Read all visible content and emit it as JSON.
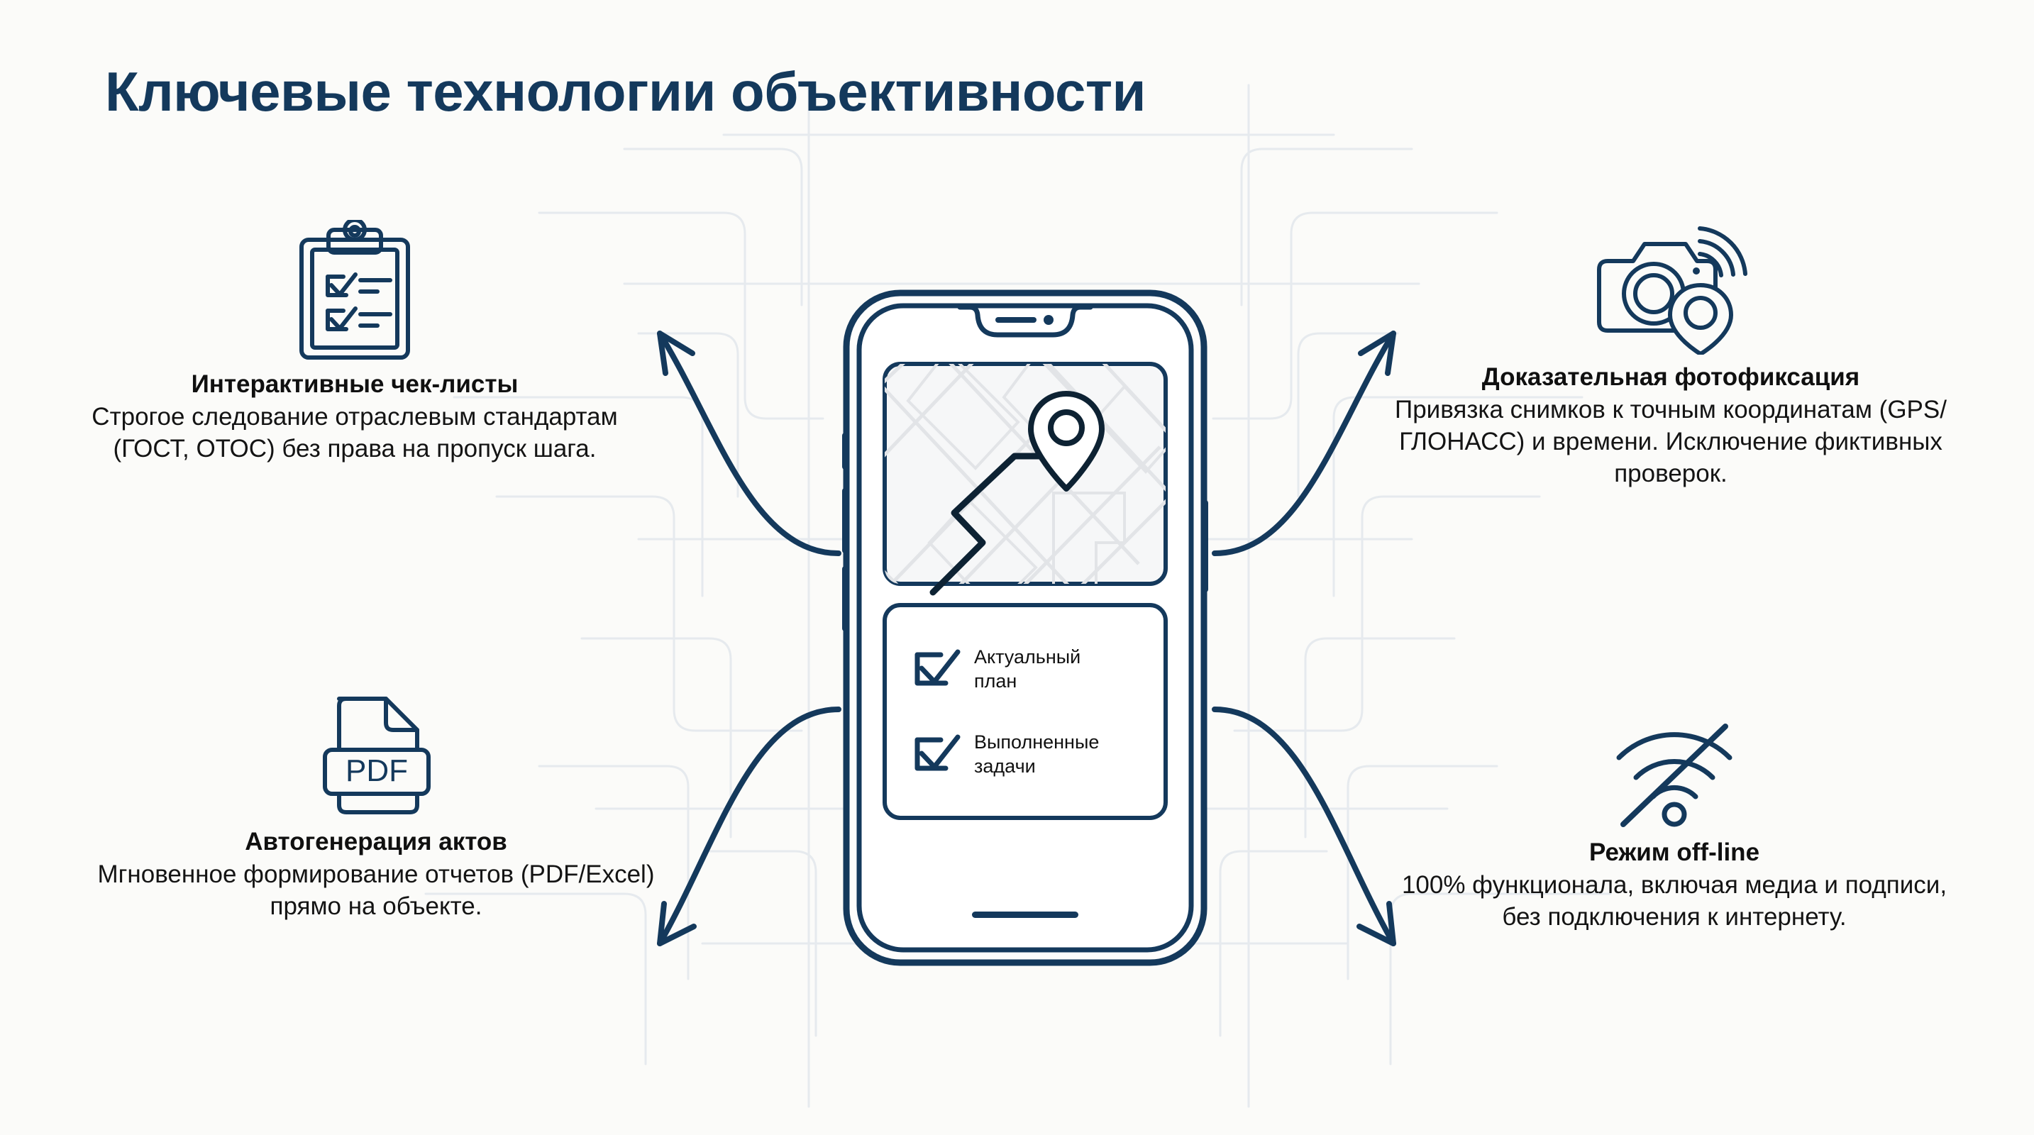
{
  "page": {
    "title": "Ключевые технологии объективности",
    "background_color": "#fbfbf9",
    "accent_color": "#14395c",
    "text_color": "#101010"
  },
  "features": [
    {
      "id": "checklists",
      "icon": "clipboard-checklist-icon",
      "title": "Интерактивные чек-листы",
      "body": "Строгое следование отраслевым стандартам (ГОСТ, ОТОС) без права на пропуск шага.",
      "position": "top-left"
    },
    {
      "id": "photo",
      "icon": "camera-geotag-icon",
      "title": "Доказательная фотофиксация",
      "body": "Привязка снимков к точным координатам (GPS/ГЛОНАСС) и времени. Исключение фиктивных проверок.",
      "position": "top-right"
    },
    {
      "id": "pdf",
      "icon": "pdf-document-icon",
      "title": "Автогенерация актов",
      "body": "Мгновенное формирование отчетов (PDF/Excel) прямо на объекте.",
      "position": "bottom-left"
    },
    {
      "id": "offline",
      "icon": "wifi-off-icon",
      "title": "Режим off-line",
      "body": "100% функционала, включая медиа и подписи, без подключения к интернету.",
      "position": "bottom-right"
    }
  ],
  "pdf_icon": {
    "label": "PDF"
  },
  "phone": {
    "map_panel": {
      "pin": "location-pin-icon",
      "route": "route-path"
    },
    "checklist": [
      {
        "label": "Актуальный\nплан",
        "line1": "Актуальный",
        "line2": "план",
        "checked": true
      },
      {
        "label": "Выполненные\nзадачи",
        "line1": "Выполненные",
        "line2": "задачи",
        "checked": true
      }
    ],
    "home_indicator": true
  },
  "arrows": [
    {
      "id": "arrow-to-checklists",
      "direction": "up-left"
    },
    {
      "id": "arrow-to-photo",
      "direction": "up-right"
    },
    {
      "id": "arrow-to-pdf",
      "direction": "down-left"
    },
    {
      "id": "arrow-to-offline",
      "direction": "down-right"
    }
  ]
}
